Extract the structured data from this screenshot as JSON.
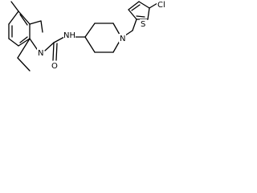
{
  "molecule": {
    "atoms": {
      "nitrogen_indoline": "N",
      "oxygen_carbonyl": "O",
      "amide_nh": "NH",
      "nitrogen_piperidine": "N",
      "chlorine": "Cl",
      "sulfur_thiophene": "S"
    }
  },
  "colors": {
    "bond": "#000000",
    "background": "#ffffff"
  }
}
